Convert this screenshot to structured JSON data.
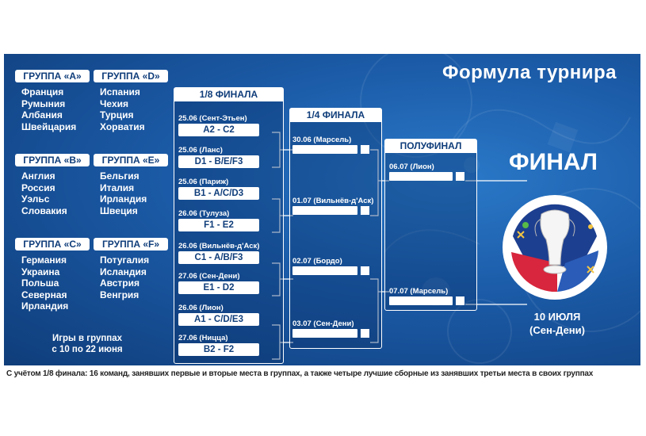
{
  "title": "Формула турнира",
  "groups": [
    {
      "header": "ГРУППА «A»",
      "teams": [
        "Франция",
        "Румыния",
        "Албания",
        "Швейцария"
      ]
    },
    {
      "header": "ГРУППА «D»",
      "teams": [
        "Испания",
        "Чехия",
        "Турция",
        "Хорватия"
      ]
    },
    {
      "header": "ГРУППА «B»",
      "teams": [
        "Англия",
        "Россия",
        "Уэльс",
        "Словакия"
      ]
    },
    {
      "header": "ГРУППА «E»",
      "teams": [
        "Бельгия",
        "Италия",
        "Ирландия",
        "Швеция"
      ]
    },
    {
      "header": "ГРУППА «C»",
      "teams": [
        "Германия",
        "Украина",
        "Польша",
        "Северная",
        "Ирландия"
      ]
    },
    {
      "header": "ГРУППА «F»",
      "teams": [
        "Потугалия",
        "Исландия",
        "Австрия",
        "Венгрия"
      ]
    }
  ],
  "groups_note": {
    "line1": "Игры в группах",
    "line2": "с 10 по 22 июня"
  },
  "round_of_16": {
    "header": "1/8 ФИНАЛА",
    "matches": [
      {
        "date": "25.06 (Сент-Этьен)",
        "pair": "A2 - C2"
      },
      {
        "date": "25.06 (Ланс)",
        "pair": "D1 - B/E/F3"
      },
      {
        "date": "25.06 (Париж)",
        "pair": "B1 - A/C/D3"
      },
      {
        "date": "26.06 (Тулуза)",
        "pair": "F1 - E2"
      },
      {
        "date": "26.06 (Вильнёв-д'Аск)",
        "pair": "C1 - A/B/F3"
      },
      {
        "date": "27.06 (Сен-Дени)",
        "pair": "E1 - D2"
      },
      {
        "date": "26.06 (Лион)",
        "pair": "A1 - C/D/E3"
      },
      {
        "date": "27.06 (Ницца)",
        "pair": "B2 - F2"
      }
    ]
  },
  "quarter_finals": {
    "header": "1/4 ФИНАЛА",
    "matches": [
      {
        "date": "30.06 (Марсель)"
      },
      {
        "date": "01.07 (Вильнёв-д'Аск)"
      },
      {
        "date": "02.07 (Бордо)"
      },
      {
        "date": "03.07 (Сен-Дени)"
      }
    ]
  },
  "semi_finals": {
    "header": "ПОЛУФИНАЛ",
    "matches": [
      {
        "date": "06.07 (Лион)"
      },
      {
        "date": "07.07 (Марсель)"
      }
    ]
  },
  "final": {
    "title": "ФИНАЛ",
    "date": "10 ИЮЛЯ",
    "venue": "(Сен-Дени)"
  },
  "caption": "С учётом 1/8 финала: 16 команд, занявших первые и вторые места в группах, а также четыре лучшие сборные из занявших третьи места в своих группах",
  "colors": {
    "background": "#1b5aa6",
    "background_dark": "#0f3d7a",
    "text": "#ffffff",
    "logo_red": "#d7263d",
    "logo_blue": "#1d3f8f"
  }
}
